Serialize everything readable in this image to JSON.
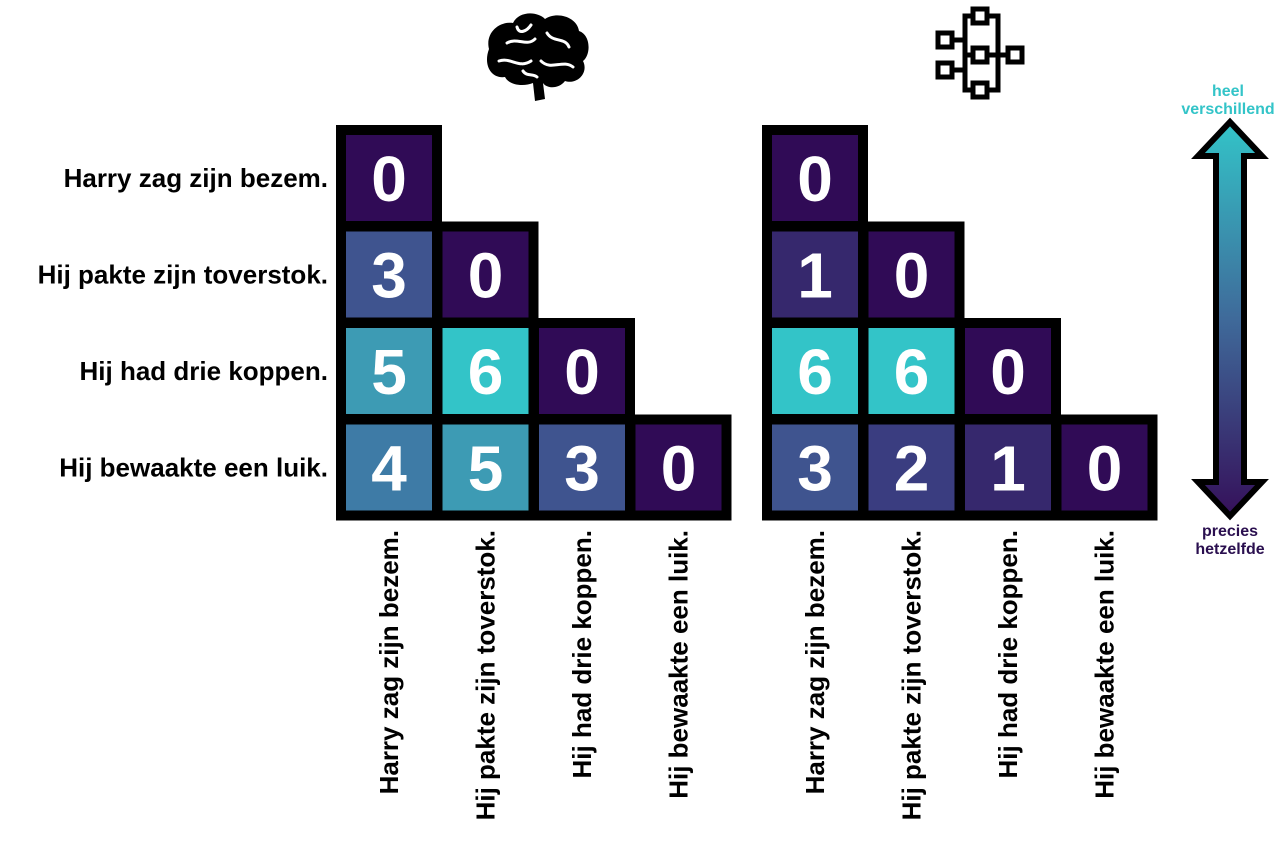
{
  "chart_data": {
    "type": "heatmap",
    "title": "",
    "labels": [
      "Harry zag zijn bezem.",
      "Hij pakte zijn toverstok.",
      "Hij had drie koppen.",
      "Hij bewaakte een luik."
    ],
    "matrices": [
      {
        "name": "brain",
        "icon": "brain-icon",
        "values": [
          [
            0
          ],
          [
            3,
            0
          ],
          [
            5,
            6,
            0
          ],
          [
            4,
            5,
            3,
            0
          ]
        ]
      },
      {
        "name": "neural-network",
        "icon": "neural-network-icon",
        "values": [
          [
            0
          ],
          [
            1,
            0
          ],
          [
            6,
            6,
            0
          ],
          [
            3,
            2,
            1,
            0
          ]
        ]
      }
    ],
    "value_range": [
      0,
      6
    ],
    "colorscale": [
      "#300b56",
      "#36286d",
      "#3a3d80",
      "#3f548f",
      "#3e7ba6",
      "#3d9bb4",
      "#33c4c8"
    ],
    "legend": {
      "top_label_line1": "heel",
      "top_label_line2": "verschillend",
      "bottom_label_line1": "precies",
      "bottom_label_line2": "hetzelfde",
      "top_color": "#33c4c8",
      "bottom_color": "#2a0f4f",
      "placement": "right"
    }
  }
}
